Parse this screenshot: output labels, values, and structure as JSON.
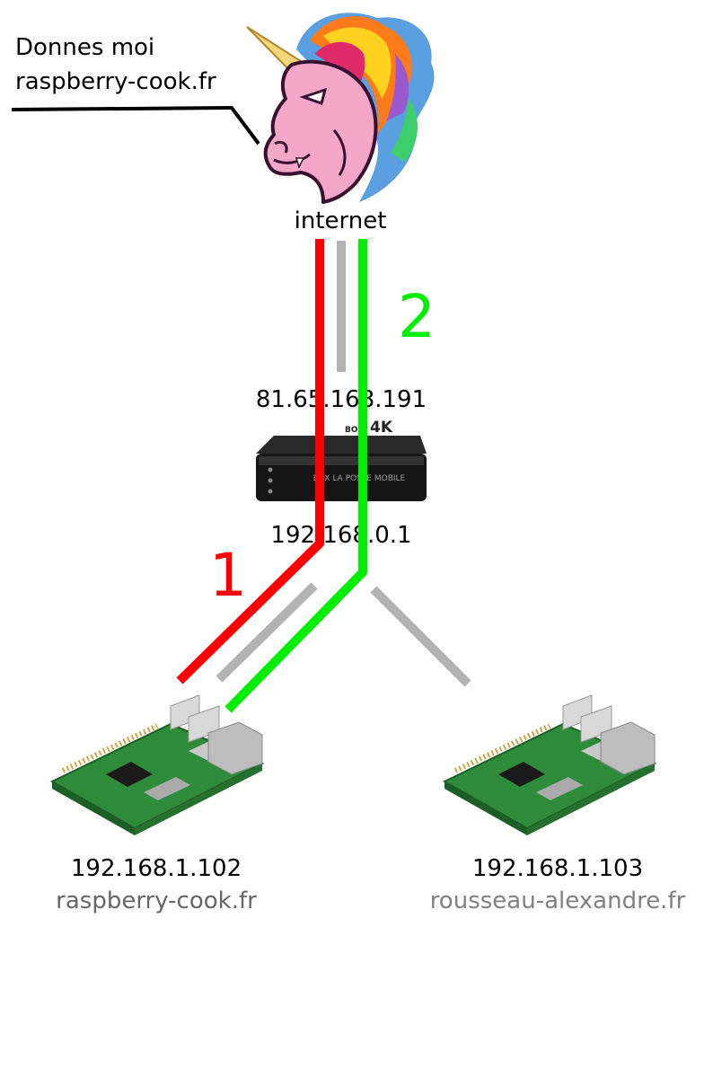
{
  "speech": {
    "line1": "Donnes moi",
    "line2": "raspberry-cook.fr"
  },
  "internet": {
    "label": "internet"
  },
  "router": {
    "wan_ip": "81.65.168.191",
    "lan_ip": "192.168.0.1",
    "brand_small": "BOX",
    "brand_big": "4K",
    "front_text": "BOX LA POSTE MOBILE"
  },
  "steps": {
    "one": "1",
    "two": "2"
  },
  "pi_left": {
    "ip": "192.168.1.102",
    "domain": "raspberry-cook.fr"
  },
  "pi_right": {
    "ip": "192.168.1.103",
    "domain": "rousseau-alexandre.fr"
  },
  "colors": {
    "request": "#ff0000",
    "response": "#00ee00",
    "link": "#b3b3b3",
    "text": "#000000",
    "domain_left": "#666666",
    "domain_right": "#808080"
  },
  "icons": {
    "internet": "unicorn-head-icon",
    "router": "set-top-box-icon",
    "server": "raspberry-pi-board-icon"
  }
}
